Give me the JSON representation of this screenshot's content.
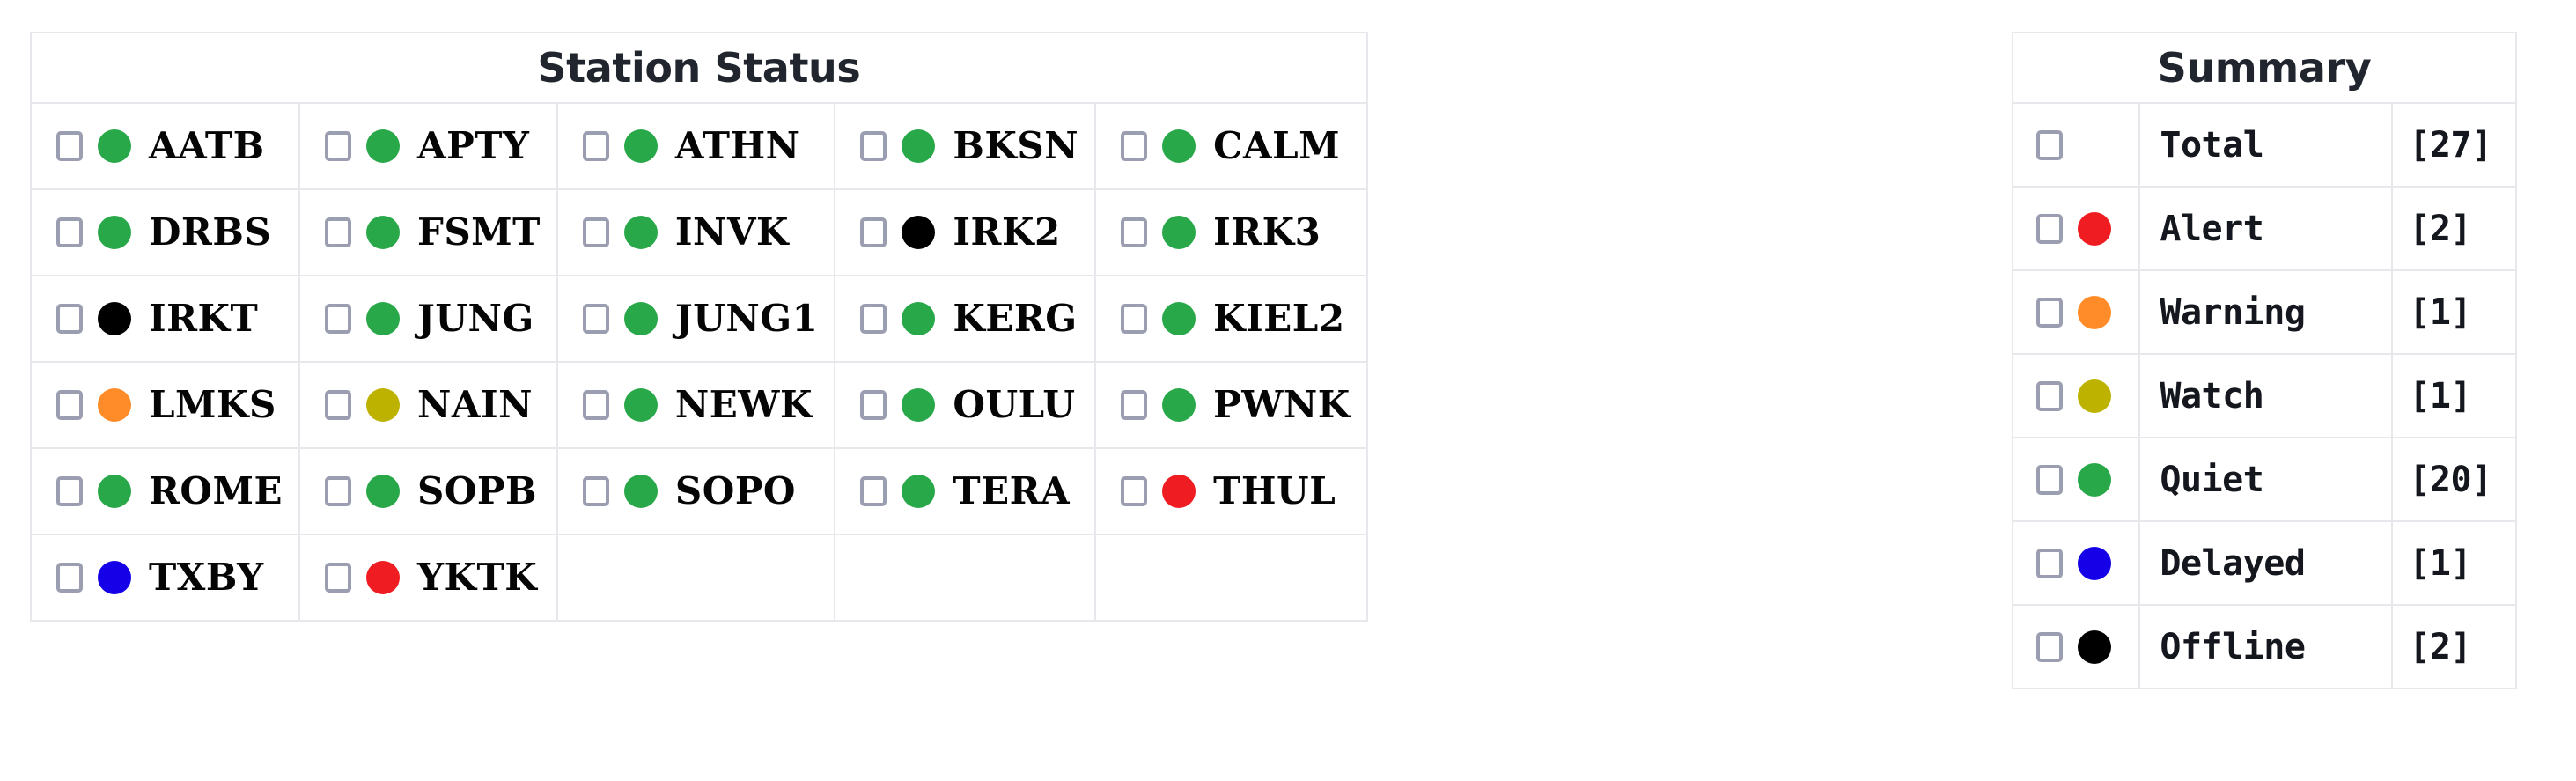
{
  "station_panel": {
    "title": "Station Status",
    "columns": 5,
    "stations": [
      {
        "code": "AATB",
        "status": "quiet",
        "color": "#29a84a",
        "checked": false
      },
      {
        "code": "APTY",
        "status": "quiet",
        "color": "#29a84a",
        "checked": false
      },
      {
        "code": "ATHN",
        "status": "quiet",
        "color": "#29a84a",
        "checked": false
      },
      {
        "code": "BKSN",
        "status": "quiet",
        "color": "#29a84a",
        "checked": false
      },
      {
        "code": "CALM",
        "status": "quiet",
        "color": "#29a84a",
        "checked": false
      },
      {
        "code": "DRBS",
        "status": "quiet",
        "color": "#29a84a",
        "checked": false
      },
      {
        "code": "FSMT",
        "status": "quiet",
        "color": "#29a84a",
        "checked": false
      },
      {
        "code": "INVK",
        "status": "quiet",
        "color": "#29a84a",
        "checked": false
      },
      {
        "code": "IRK2",
        "status": "offline",
        "color": "#000000",
        "checked": false
      },
      {
        "code": "IRK3",
        "status": "quiet",
        "color": "#29a84a",
        "checked": false
      },
      {
        "code": "IRKT",
        "status": "offline",
        "color": "#000000",
        "checked": false
      },
      {
        "code": "JUNG",
        "status": "quiet",
        "color": "#29a84a",
        "checked": false
      },
      {
        "code": "JUNG1",
        "status": "quiet",
        "color": "#29a84a",
        "checked": false
      },
      {
        "code": "KERG",
        "status": "quiet",
        "color": "#29a84a",
        "checked": false
      },
      {
        "code": "KIEL2",
        "status": "quiet",
        "color": "#29a84a",
        "checked": false
      },
      {
        "code": "LMKS",
        "status": "warning",
        "color": "#ff8c28",
        "checked": false
      },
      {
        "code": "NAIN",
        "status": "watch",
        "color": "#bdb200",
        "checked": false
      },
      {
        "code": "NEWK",
        "status": "quiet",
        "color": "#29a84a",
        "checked": false
      },
      {
        "code": "OULU",
        "status": "quiet",
        "color": "#29a84a",
        "checked": false
      },
      {
        "code": "PWNK",
        "status": "quiet",
        "color": "#29a84a",
        "checked": false
      },
      {
        "code": "ROME",
        "status": "quiet",
        "color": "#29a84a",
        "checked": false
      },
      {
        "code": "SOPB",
        "status": "quiet",
        "color": "#29a84a",
        "checked": false
      },
      {
        "code": "SOPO",
        "status": "quiet",
        "color": "#29a84a",
        "checked": false
      },
      {
        "code": "TERA",
        "status": "quiet",
        "color": "#29a84a",
        "checked": false
      },
      {
        "code": "THUL",
        "status": "alert",
        "color": "#ef1c22",
        "checked": false
      },
      {
        "code": "TXBY",
        "status": "delayed",
        "color": "#1500e8",
        "checked": false
      },
      {
        "code": "YKTK",
        "status": "alert",
        "color": "#ef1c22",
        "checked": false
      }
    ]
  },
  "summary_panel": {
    "title": "Summary",
    "rows": [
      {
        "label": "Total",
        "count": "[27]",
        "color": null,
        "checked": false
      },
      {
        "label": "Alert",
        "count": "[2]",
        "color": "#ef1c22",
        "checked": false
      },
      {
        "label": "Warning",
        "count": "[1]",
        "color": "#ff8c28",
        "checked": false
      },
      {
        "label": "Watch",
        "count": "[1]",
        "color": "#bdb200",
        "checked": false
      },
      {
        "label": "Quiet",
        "count": "[20]",
        "color": "#29a84a",
        "checked": false
      },
      {
        "label": "Delayed",
        "count": "[1]",
        "color": "#1500e8",
        "checked": false
      },
      {
        "label": "Offline",
        "count": "[2]",
        "color": "#000000",
        "checked": false
      }
    ]
  },
  "theme": {
    "border": "#e6e8ec",
    "checkbox_border": "#9a9eb0",
    "title_color": "#20252e",
    "text_color": "#050505"
  }
}
